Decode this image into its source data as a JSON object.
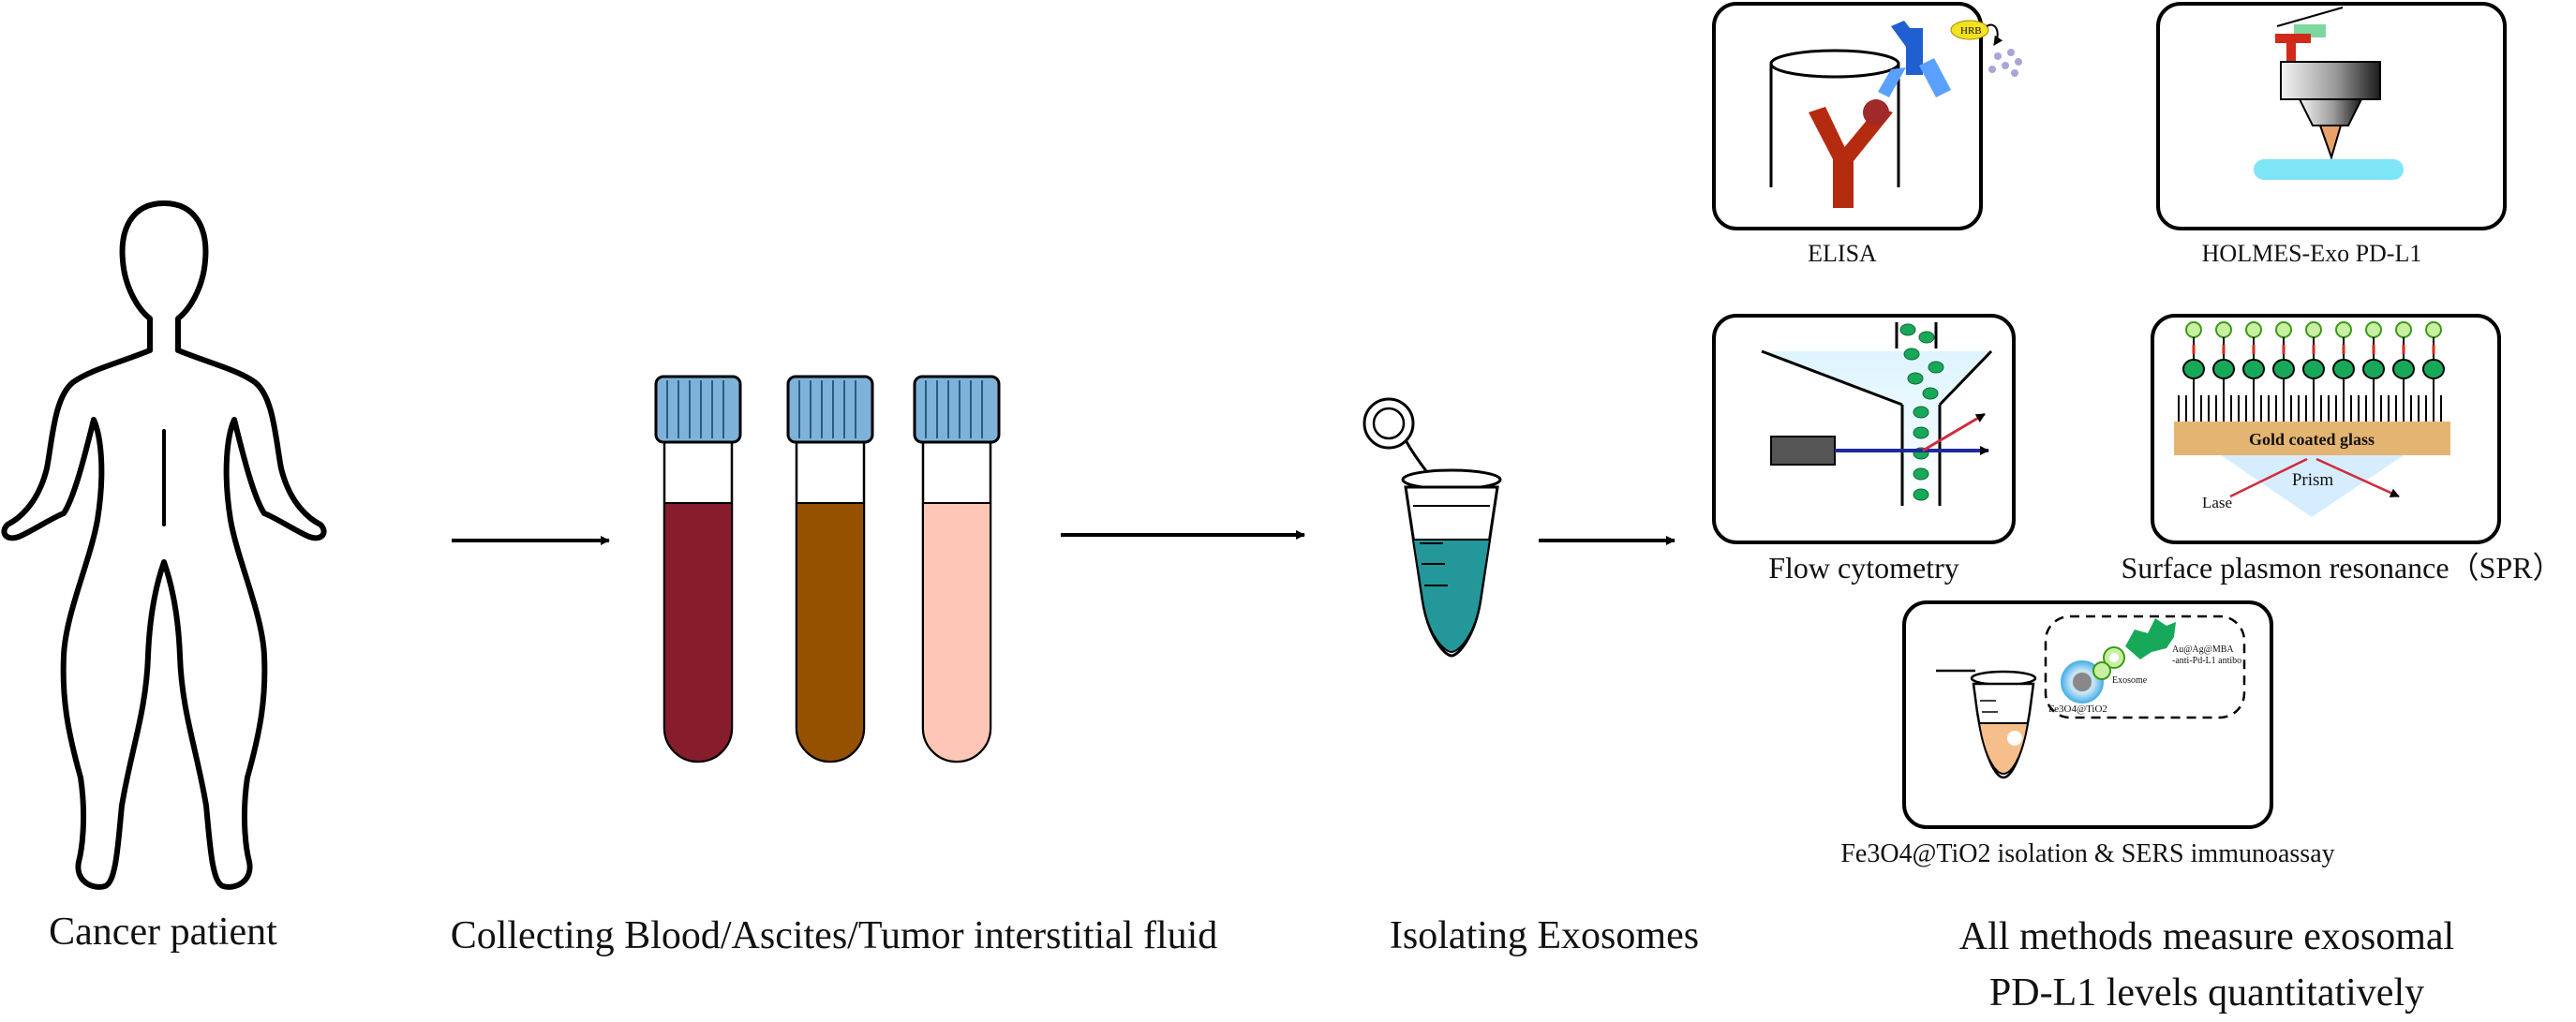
{
  "stages": {
    "patient_label": "Cancer patient",
    "collect_label": "Collecting Blood/Ascites/Tumor interstitial fluid",
    "isolate_label": "Isolating Exosomes",
    "summary_line1": "All methods measure exosomal",
    "summary_line2": "PD-L1 levels quantitatively"
  },
  "methods": {
    "elisa": {
      "label": "ELISA",
      "hrb_tag": "HRB"
    },
    "holmes": {
      "label": "HOLMES-Exo PD-L1"
    },
    "flow": {
      "label": "Flow cytometry"
    },
    "spr": {
      "label": "Surface plasmon resonance（SPR）",
      "gold_label": "Gold coated glass",
      "prism_label": "Prism",
      "laser_label": "Lase"
    },
    "sers": {
      "label": "Fe3O4@TiO2 isolation & SERS immunoassay",
      "exosome_label": "Exosome",
      "fe_label": "Fe3O4@TiO2",
      "probe_line1": "Au@Ag@MBA",
      "probe_line2": "-anti-Pd-L1 antibo"
    }
  },
  "colors": {
    "blood": "#861c2c",
    "ascites": "#955000",
    "interstitial": "#fdc6b6",
    "cap": "#7fb2d9",
    "exosome_liquid": "#23979a",
    "antibody_blue": "#1f5fd0",
    "antibody_red": "#b52b10",
    "bead_green": "#18a85a",
    "gold": "#e4b572",
    "sers_liquid": "#f6be8b"
  }
}
